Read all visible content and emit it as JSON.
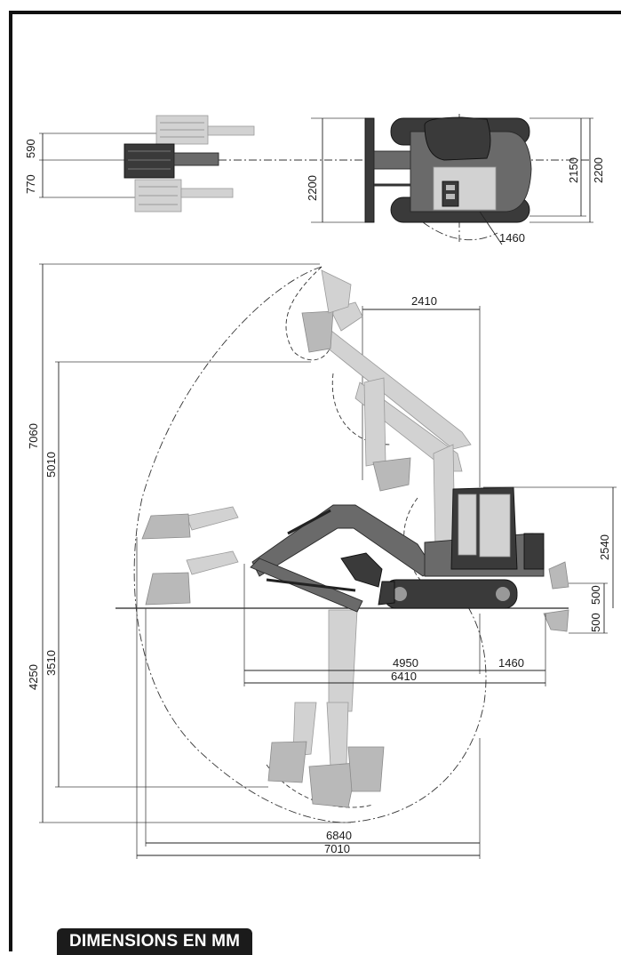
{
  "title": "DIMENSIONS EN MM",
  "top_view": {
    "left_dims": [
      "590",
      "770"
    ],
    "center_dim": "2200",
    "right_dims": [
      "2150",
      "2200"
    ],
    "radius_dim": "1460"
  },
  "side_view": {
    "top_width": "2410",
    "max_height": "7060",
    "dump_height": "5010",
    "cab_height": "2540",
    "blade_up": "500",
    "blade_down": "500",
    "dig_depth": "4250",
    "vertical_wall_depth": "3510",
    "boom_offset": "4950",
    "tail_radius": "1460",
    "min_radius": "6410",
    "reach_ground": "6840",
    "max_reach": "7010"
  }
}
